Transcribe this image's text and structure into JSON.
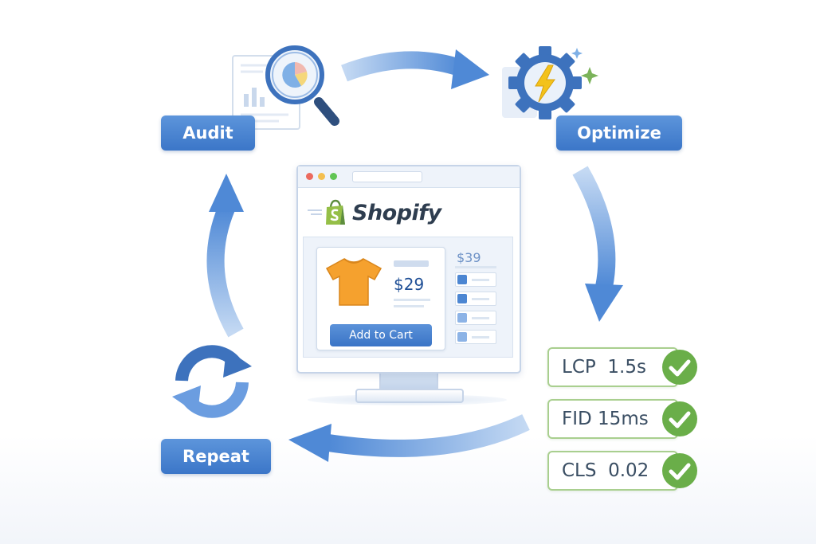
{
  "cycle": {
    "stages": [
      {
        "label": "Audit"
      },
      {
        "label": "Optimize"
      },
      {
        "label": "Repeat"
      }
    ]
  },
  "storefront": {
    "brand": "Shopify",
    "product_price": "$29",
    "compare_price": "$39",
    "cta_label": "Add to Cart"
  },
  "metrics": [
    {
      "name": "LCP",
      "value": "1.5s"
    },
    {
      "name": "FID",
      "value": "15ms"
    },
    {
      "name": "CLS",
      "value": "0.02"
    }
  ],
  "colors": {
    "primary_blue": "#3b76c8",
    "pass_green": "#6aae49",
    "lightning": "#f3c21b",
    "shirt_orange": "#f5a12e"
  },
  "icons": [
    "magnifier-chart-icon",
    "gear-lightning-icon",
    "refresh-cycle-icon",
    "shopping-bag-icon",
    "tshirt-icon",
    "check-circle-icon"
  ]
}
